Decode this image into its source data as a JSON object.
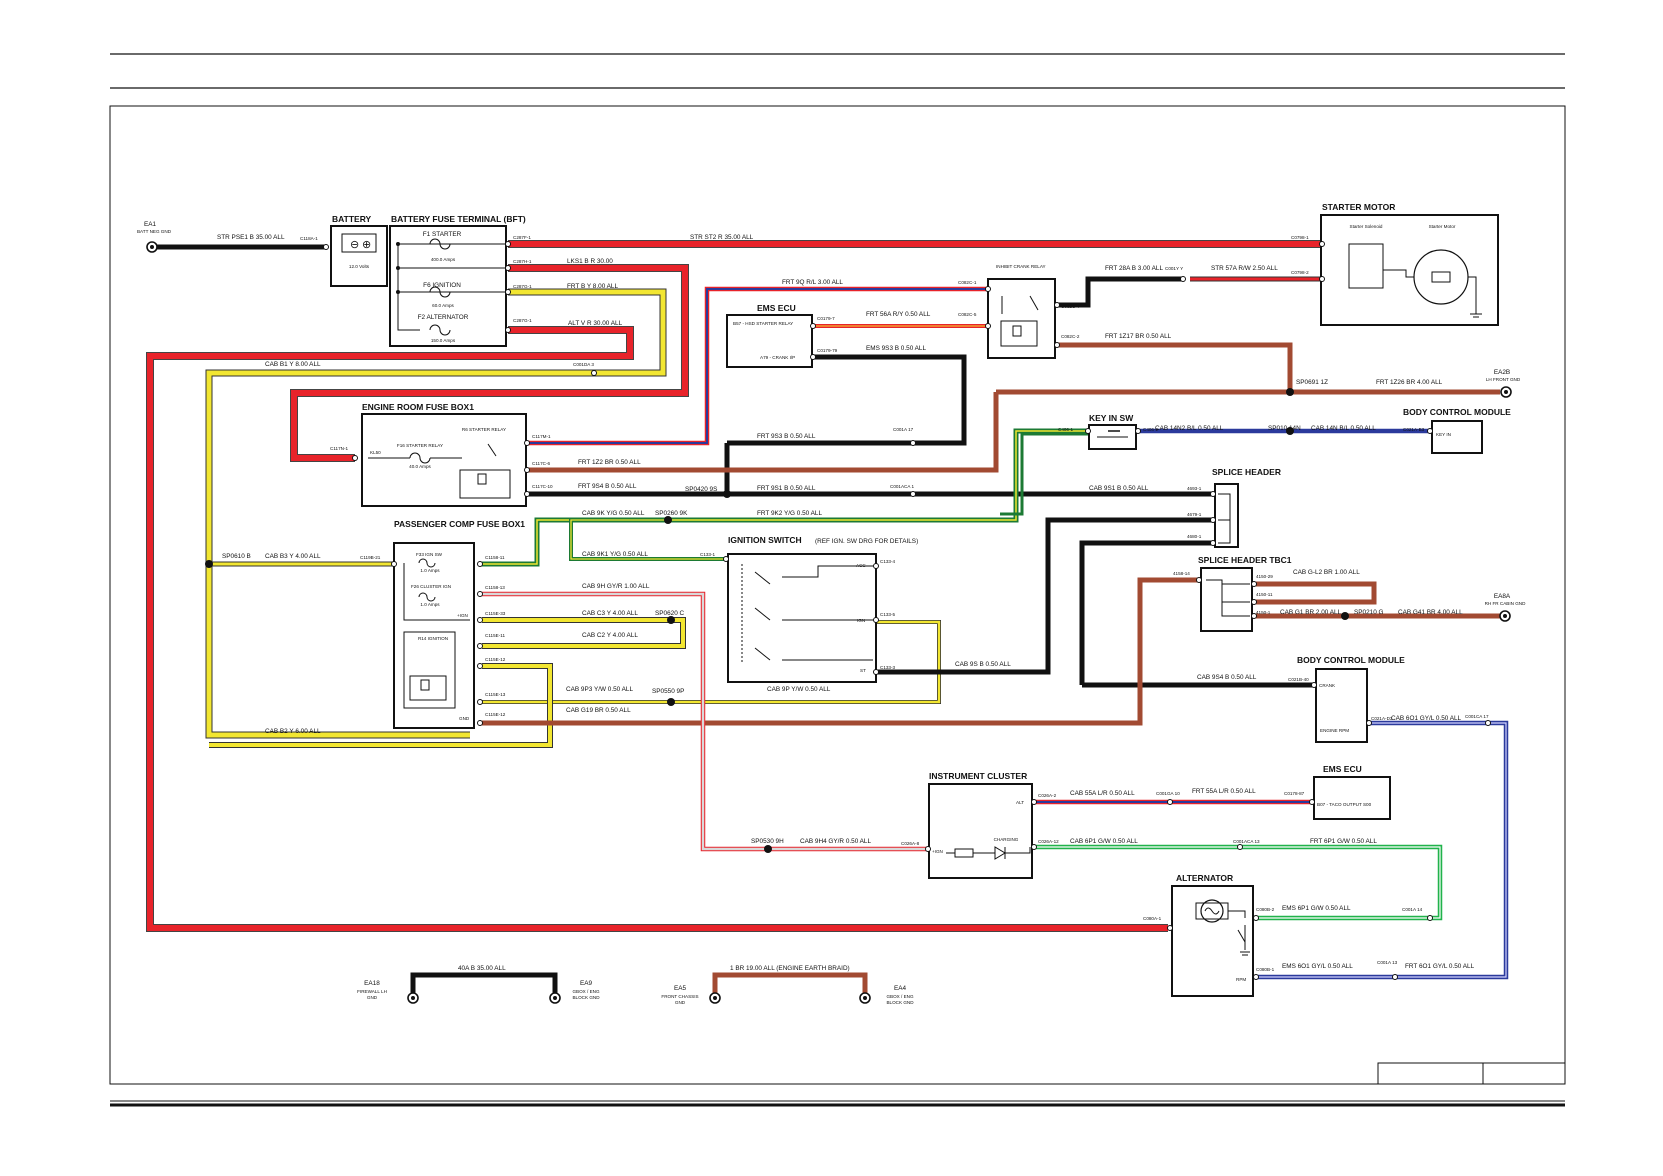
{
  "components": {
    "ea1": {
      "name": "EA1",
      "sub": "BATT NEG GND"
    },
    "battery": {
      "title": "BATTERY",
      "rating": "12.0 Volts"
    },
    "bft": {
      "title": "BATTERY FUSE TERMINAL (BFT)",
      "f1": "F1 STARTER",
      "f1_amps": "400.0 Amps",
      "f6": "F6 IGNITION",
      "f6_amps": "60.0 Amps",
      "f2": "F2 ALTERNATOR",
      "f2_amps": "150.0 Amps"
    },
    "ems_ecu_top": {
      "title": "EMS ECU",
      "pin1": "B57 - HSD STARTER RELAY",
      "pin2": "A79 - CRANK I/P"
    },
    "inhibit_relay": {
      "title": "INHIBIT CRANK RELAY"
    },
    "starter_motor": {
      "title": "STARTER MOTOR",
      "solenoid": "Starter Solenoid",
      "motor": "Starter Motor"
    },
    "ea2b": {
      "name": "EA2B",
      "sub": "LH FRONT GND"
    },
    "erfb": {
      "title": "ENGINE ROOM FUSE BOX1",
      "fuse": "F16 STARTER RELAY",
      "fuse_amps": "40.0 Amps",
      "relay": "R6 STARTER RELAY",
      "kl": "KL50"
    },
    "key_in_sw": {
      "title": "KEY IN SW"
    },
    "bcm_top": {
      "title": "BODY CONTROL MODULE",
      "pin": "KEY IN"
    },
    "splice_header": {
      "title": "SPLICE HEADER"
    },
    "pcfb": {
      "title": "PASSENGER COMP FUSE BOX1",
      "f33": "F33 IGN SW",
      "f33_amps": "1.0 Amps",
      "f26": "F26 CLUSTER IGN",
      "f26_amps": "1.0 Amps",
      "r14": "R14 IGNITION",
      "ign": "+IGN",
      "gnd": "GND"
    },
    "ign_switch": {
      "title": "IGNITION SWITCH",
      "note": "(REF IGN. SW DRG FOR DETAILS)",
      "acc": "ACC",
      "ign": "IGN",
      "st": "ST"
    },
    "splice_tbc1": {
      "title": "SPLICE HEADER TBC1"
    },
    "ea8a": {
      "name": "EA8A",
      "sub": "RH FR CABIN GND"
    },
    "bcm_mid": {
      "title": "BODY CONTROL MODULE",
      "pin1": "CRANK",
      "pin2": "ENGINE RPM"
    },
    "instrument_cluster": {
      "title": "INSTRUMENT CLUSTER",
      "alt": "ALT",
      "ign": "+IGN",
      "charging": "CHARGING"
    },
    "ems_ecu_bottom": {
      "title": "EMS ECU",
      "pin": "B07 - TACO OUTPUT S00"
    },
    "alternator": {
      "title": "ALTERNATOR",
      "rpm": "RPM"
    },
    "ea18": {
      "name": "EA18",
      "sub1": "FIREWALL LH",
      "sub2": "GND"
    },
    "ea9": {
      "name": "EA9",
      "sub1": "GBOX / ENG",
      "sub2": "BLOCK GND"
    },
    "ea5": {
      "name": "EA5",
      "sub1": "FRONT CHASSIS",
      "sub2": "GND"
    },
    "ea4": {
      "name": "EA4",
      "sub1": "GBOX / ENG",
      "sub2": "BLOCK GND"
    }
  },
  "wire_labels": [
    "STR   PSE1 B 35.00 ALL",
    "STR   ST2 R 35.00 ALL",
    "LKS1  B R 30.00",
    "FRT   B Y 8.00 ALL",
    "ALT   V R 30.00 ALL",
    "FRT   9Q R/L 3.00 ALL",
    "FRT   56A R/Y 0.50 ALL",
    "EMS   9S3 B 0.50 ALL",
    "FRT   28A B 3.00 ALL",
    "STR   57A R/W 2.50 ALL",
    "FRT   1Z17 BR 0.50 ALL",
    "FRT   1Z26 BR 4.00 ALL",
    "CAB   B1 Y 8.00 ALL",
    "FRT   9S3 B 0.50 ALL",
    "CAB   14N2 B/L 0.50 ALL",
    "CAB   14N B/L 0.50 ALL",
    "FRT   1Z2 BR 0.50 ALL",
    "FRT   9S4 B 0.50 ALL",
    "FRT   9S1 B 0.50 ALL",
    "CAB   9S1 B 0.50 ALL",
    "CAB   9K Y/G 0.50 ALL",
    "FRT   9K2 Y/G 0.50 ALL",
    "CAB   B3 Y 4.00 ALL",
    "CAB   9K1 Y/G 0.50 ALL",
    "CAB   9H GY/R 1.00 ALL",
    "CAB   G-L2 BR 1.00 ALL",
    "CAB   C3 Y 4.00 ALL",
    "CAB   C2 Y 4.00 ALL",
    "CAB   G1 BR 2.00 ALL",
    "CAB   G41 BR 4.00 ALL",
    "CAB   9S B 0.50 ALL",
    "CAB   9S4 B 0.50 ALL",
    "CAB   9P3 Y/W 0.50 ALL",
    "CAB   9P Y/W 0.50 ALL",
    "CAB   G19 BR 0.50 ALL",
    "CAB   6O1 GY/L 0.50 ALL",
    "CAB   B2 Y 6.00 ALL",
    "CAB   55A L/R 0.50 ALL",
    "FRT   55A L/R 0.50 ALL",
    "CAB   9H4 GY/R 0.50 ALL",
    "CAB   6P1 G/W 0.50 ALL",
    "FRT   6P1 G/W 0.50 ALL",
    "EMS   6P1 G/W 0.50 ALL",
    "EMS   6O1 GY/L 0.50 ALL",
    "FRT   6O1 GY/L 0.50 ALL",
    "40A B 35.00 ALL",
    "1 BR 19.00 ALL (ENGINE EARTH BRAID)"
  ],
  "splice_labels": [
    "SP0691 1Z",
    "SP010 14N",
    "SP0420 9S",
    "SP0260 9K",
    "SP0610 B",
    "SP0620 C",
    "SP0550 9P",
    "SP0210 G",
    "SP0530 9H"
  ],
  "connector_labels": [
    "C118A-1",
    "C287F-1",
    "C287H-1",
    "C287G-1",
    "C287G-1",
    "C001DA 3",
    "C0179-7",
    "C0179-79",
    "C082C-1",
    "C082C-5",
    "C001Y Y",
    "C0798-1",
    "C0798-2",
    "C082C-4",
    "C082C-2",
    "C117N-1",
    "C117M-1",
    "C117C-6",
    "C117C-10",
    "C001A 17",
    "C001ACA 1",
    "C406-1",
    "C406-2",
    "C021A-B3",
    "4693-1",
    "4679-1",
    "4680-1",
    "C1158-11",
    "C119B-21",
    "C1158-13",
    "C115E-33",
    "C115E-11",
    "C115E-12",
    "C115E-13",
    "C115E-12",
    "C133-1",
    "C133-4",
    "C133-5",
    "C133-3",
    "4158-14",
    "4150-29",
    "4150-11",
    "4150-1",
    "C021B-40",
    "C021A-D3",
    "C001CA 17",
    "C026A-2",
    "C001GA 10",
    "C0178-87",
    "C026A-8",
    "C026A-12",
    "C001ACA 13",
    "C080B-2",
    "C001A 14",
    "C080A-1",
    "C080B-1",
    "C001A 13"
  ],
  "colors": {
    "red": "#e8232a",
    "yellow": "#f2e631",
    "black": "#111111",
    "brown": "#a24a32",
    "green": "#21b34b",
    "blue": "#2b3a9c",
    "grey": "#c9c9c9"
  }
}
